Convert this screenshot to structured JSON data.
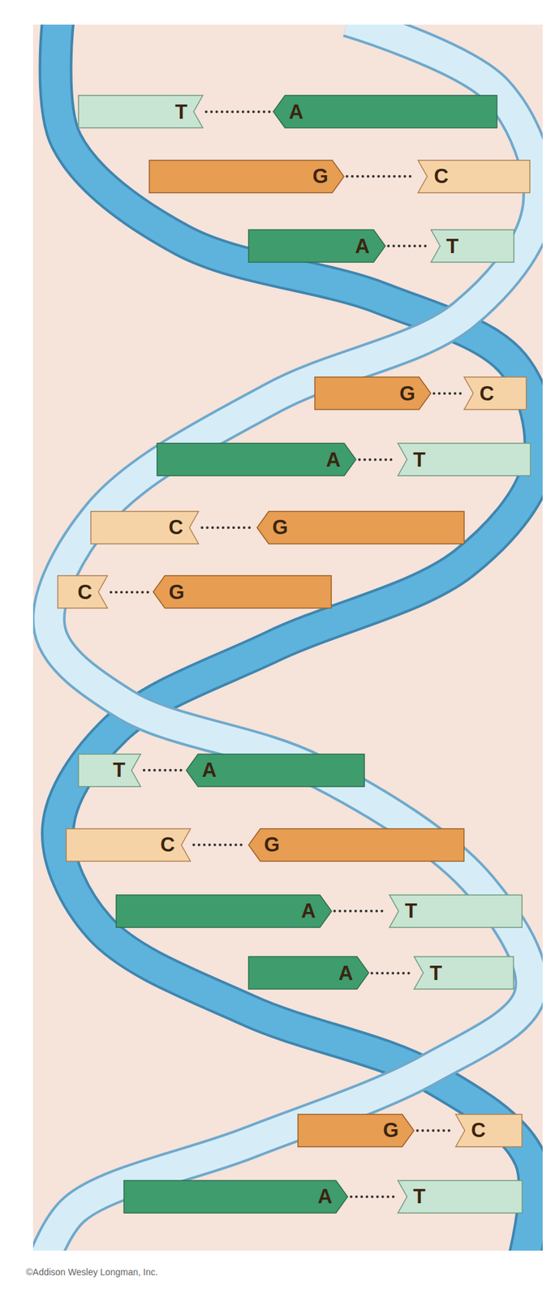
{
  "diagram": {
    "caption": "©Addison Wesley Longman, Inc.",
    "nodes": [
      {
        "text": [
          "T"
        ]
      },
      {
        "text": [
          "A"
        ]
      },
      {
        "text": [
          "G"
        ]
      },
      {
        "text": [
          "C"
        ]
      },
      {
        "text": [
          "A"
        ]
      },
      {
        "text": [
          "T"
        ]
      },
      {
        "text": [
          "G"
        ]
      },
      {
        "text": [
          "C"
        ]
      },
      {
        "text": [
          "A"
        ]
      },
      {
        "text": [
          "T"
        ]
      },
      {
        "text": [
          "C"
        ]
      },
      {
        "text": [
          "G"
        ]
      },
      {
        "text": [
          "C"
        ]
      },
      {
        "text": [
          "G"
        ]
      },
      {
        "text": [
          "T"
        ]
      },
      {
        "text": [
          "A"
        ]
      },
      {
        "text": [
          "C"
        ]
      },
      {
        "text": [
          "G"
        ]
      },
      {
        "text": [
          "A"
        ]
      },
      {
        "text": [
          "T"
        ]
      },
      {
        "text": [
          "A"
        ]
      },
      {
        "text": [
          "T"
        ]
      },
      {
        "text": [
          "G"
        ]
      },
      {
        "text": [
          "C"
        ]
      },
      {
        "text": [
          "A"
        ]
      },
      {
        "text": [
          "T"
        ]
      }
    ],
    "edges": [
      {
        "from": 0,
        "to": 1,
        "arrow": "none"
      },
      {
        "from": 2,
        "to": 3,
        "arrow": "none"
      },
      {
        "from": 4,
        "to": 5,
        "arrow": "none"
      },
      {
        "from": 6,
        "to": 7,
        "arrow": "none"
      },
      {
        "from": 8,
        "to": 9,
        "arrow": "none"
      },
      {
        "from": 10,
        "to": 11,
        "arrow": "none"
      },
      {
        "from": 12,
        "to": 13,
        "arrow": "none"
      },
      {
        "from": 14,
        "to": 15,
        "arrow": "none"
      },
      {
        "from": 16,
        "to": 17,
        "arrow": "none"
      },
      {
        "from": 18,
        "to": 19,
        "arrow": "none"
      },
      {
        "from": 20,
        "to": 21,
        "arrow": "none"
      },
      {
        "from": 22,
        "to": 23,
        "arrow": "none"
      },
      {
        "from": 24,
        "to": 25,
        "arrow": "none"
      }
    ]
  }
}
